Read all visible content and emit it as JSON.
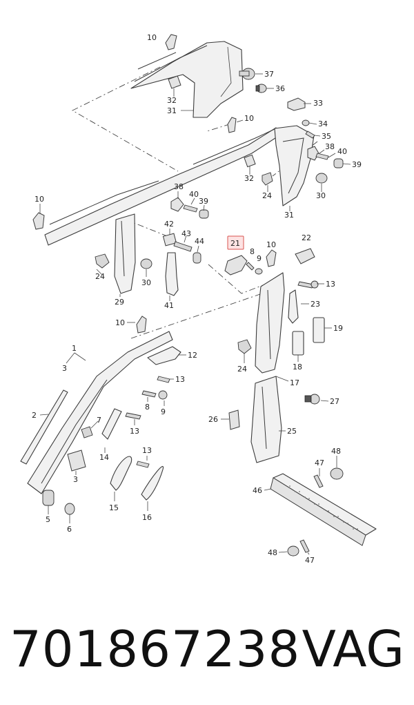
{
  "diagram": {
    "highlighted_callout": "21",
    "callouts": [
      {
        "id": "c37",
        "text": "37"
      },
      {
        "id": "c36",
        "text": "36"
      },
      {
        "id": "c32a",
        "text": "32"
      },
      {
        "id": "c31a",
        "text": "31"
      },
      {
        "id": "c10a",
        "text": "10"
      },
      {
        "id": "c33",
        "text": "33"
      },
      {
        "id": "c10b",
        "text": "10"
      },
      {
        "id": "c34",
        "text": "34"
      },
      {
        "id": "c35",
        "text": "35"
      },
      {
        "id": "c38a",
        "text": "38"
      },
      {
        "id": "c40a",
        "text": "40"
      },
      {
        "id": "c39a",
        "text": "39"
      },
      {
        "id": "c32b",
        "text": "32"
      },
      {
        "id": "c24a",
        "text": "24"
      },
      {
        "id": "c30a",
        "text": "30"
      },
      {
        "id": "c31b",
        "text": "31"
      },
      {
        "id": "c10c",
        "text": "10"
      },
      {
        "id": "c38b",
        "text": "38"
      },
      {
        "id": "c40b",
        "text": "40"
      },
      {
        "id": "c39b",
        "text": "39"
      },
      {
        "id": "c42",
        "text": "42"
      },
      {
        "id": "c43",
        "text": "43"
      },
      {
        "id": "c44",
        "text": "44"
      },
      {
        "id": "c21",
        "text": "21"
      },
      {
        "id": "c8a",
        "text": "8"
      },
      {
        "id": "c9a",
        "text": "9"
      },
      {
        "id": "c10d",
        "text": "10"
      },
      {
        "id": "c22",
        "text": "22"
      },
      {
        "id": "c24b",
        "text": "24"
      },
      {
        "id": "c30b",
        "text": "30"
      },
      {
        "id": "c29",
        "text": "29"
      },
      {
        "id": "c41",
        "text": "41"
      },
      {
        "id": "c13a",
        "text": "13"
      },
      {
        "id": "c23",
        "text": "23"
      },
      {
        "id": "c19",
        "text": "19"
      },
      {
        "id": "c10e",
        "text": "10"
      },
      {
        "id": "c1",
        "text": "1"
      },
      {
        "id": "c3a",
        "text": "3"
      },
      {
        "id": "c12",
        "text": "12"
      },
      {
        "id": "c13b",
        "text": "13"
      },
      {
        "id": "c24c",
        "text": "24"
      },
      {
        "id": "c18",
        "text": "18"
      },
      {
        "id": "c17",
        "text": "17"
      },
      {
        "id": "c8b",
        "text": "8"
      },
      {
        "id": "c9b",
        "text": "9"
      },
      {
        "id": "c27",
        "text": "27"
      },
      {
        "id": "c2",
        "text": "2"
      },
      {
        "id": "c7",
        "text": "7"
      },
      {
        "id": "c13c",
        "text": "13"
      },
      {
        "id": "c26",
        "text": "26"
      },
      {
        "id": "c25",
        "text": "25"
      },
      {
        "id": "c14",
        "text": "14"
      },
      {
        "id": "c13d",
        "text": "13"
      },
      {
        "id": "c47a",
        "text": "47"
      },
      {
        "id": "c48a",
        "text": "48"
      },
      {
        "id": "c3b",
        "text": "3"
      },
      {
        "id": "c46",
        "text": "46"
      },
      {
        "id": "c15",
        "text": "15"
      },
      {
        "id": "c16",
        "text": "16"
      },
      {
        "id": "c5",
        "text": "5"
      },
      {
        "id": "c6",
        "text": "6"
      },
      {
        "id": "c48b",
        "text": "48"
      },
      {
        "id": "c47b",
        "text": "47"
      }
    ]
  },
  "footer": {
    "part_number": "701867238",
    "brand": "VAG"
  },
  "colors": {
    "line": "#3a3a3a",
    "fill": "#f1f1f1",
    "highlight_fill": "#fde3e3",
    "highlight_stroke": "#d9534f"
  }
}
